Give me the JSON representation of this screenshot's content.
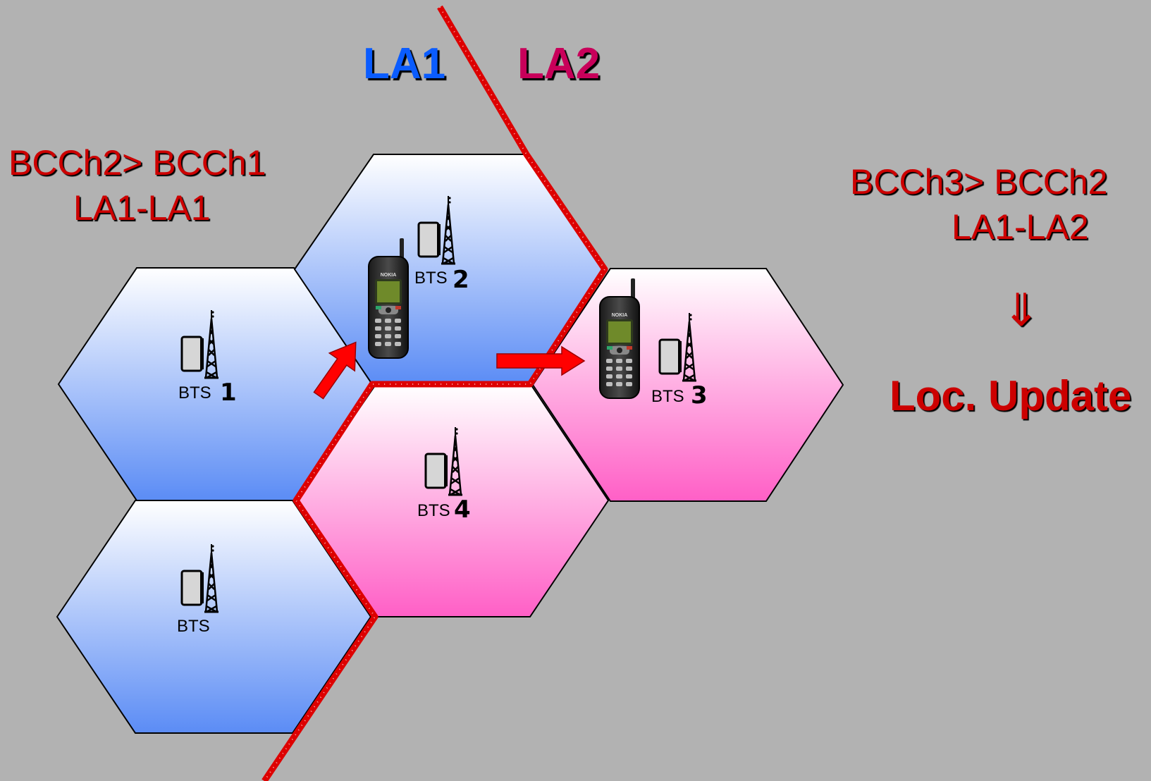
{
  "labels": {
    "la1": "LA1",
    "la2": "LA2",
    "left_note": {
      "line1": "BCCh2> BCCh1",
      "line2": "LA1-LA1"
    },
    "right_note": {
      "line1": "BCCh3> BCCh2",
      "line2": "LA1-LA2"
    },
    "implies_arrow": "⇓",
    "update": "Loc. Update"
  },
  "cells": [
    {
      "id": "bts1",
      "area": "LA1",
      "text": "BTS",
      "number": "1"
    },
    {
      "id": "bts2",
      "area": "LA1",
      "text": "BTS",
      "number": "2"
    },
    {
      "id": "bts3",
      "area": "LA2",
      "text": "BTS",
      "number": "3"
    },
    {
      "id": "bts4",
      "area": "LA2",
      "text": "BTS",
      "number": "4"
    },
    {
      "id": "bts5",
      "area": "LA1",
      "text": "BTS",
      "number": ""
    }
  ],
  "phone_brand": "NOKIA",
  "colors": {
    "background": "#b2b2b2",
    "la1_fill_bottom": "#5b8cf5",
    "la2_fill_bottom": "#ff5fc6",
    "boundary": "#dd0000",
    "label_text": "#cc0000",
    "la1_text": "#0a5cff",
    "la2_text": "#c8005a"
  }
}
